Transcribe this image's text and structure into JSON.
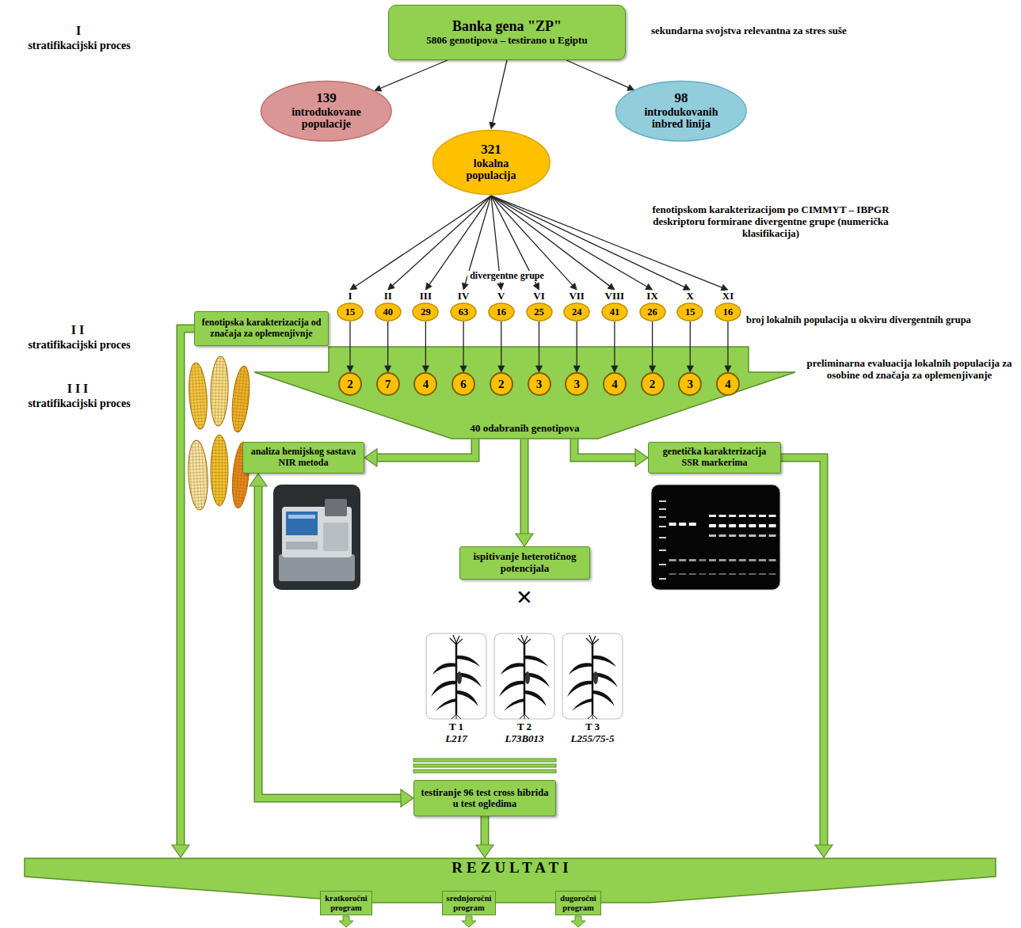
{
  "diagram": {
    "nodes": [
      {
        "text": [
          "Banka gena \"ZP\"",
          "5806 genotipova – testirano u Egiptu"
        ]
      },
      {
        "text": [
          "139",
          "introdukovane populacije"
        ]
      },
      {
        "text": [
          "321",
          "lokalna populacija"
        ]
      },
      {
        "text": [
          "98",
          "introdukovanih inbred linija"
        ]
      },
      {
        "text": [
          "fenotipska karakterizacija od značaja za oplemenjivnje"
        ]
      },
      {
        "text": [
          "I",
          "15"
        ]
      },
      {
        "text": [
          "II",
          "40"
        ]
      },
      {
        "text": [
          "III",
          "29"
        ]
      },
      {
        "text": [
          "IV",
          "63"
        ]
      },
      {
        "text": [
          "V",
          "16"
        ]
      },
      {
        "text": [
          "VI",
          "25"
        ]
      },
      {
        "text": [
          "VII",
          "24"
        ]
      },
      {
        "text": [
          "VIII",
          "41"
        ]
      },
      {
        "text": [
          "IX",
          "26"
        ]
      },
      {
        "text": [
          "X",
          "15"
        ]
      },
      {
        "text": [
          "XI",
          "16"
        ]
      },
      {
        "text": [
          "40 odabranih genotipova"
        ]
      },
      {
        "text": [
          "2"
        ],
        "in": 16
      },
      {
        "text": [
          "7"
        ],
        "in": 16
      },
      {
        "text": [
          "4"
        ],
        "in": 16
      },
      {
        "text": [
          "6"
        ],
        "in": 16
      },
      {
        "text": [
          "2"
        ],
        "in": 16
      },
      {
        "text": [
          "3"
        ],
        "in": 16
      },
      {
        "text": [
          "3"
        ],
        "in": 16
      },
      {
        "text": [
          "4"
        ],
        "in": 16
      },
      {
        "text": [
          "2"
        ],
        "in": 16
      },
      {
        "text": [
          "3"
        ],
        "in": 16
      },
      {
        "text": [
          "4"
        ],
        "in": 16
      },
      {
        "text": [
          "analiza hemijskog sastava NIR metoda"
        ]
      },
      {
        "text": [
          "genetička karakterizacija SSR markerima"
        ]
      },
      {
        "text": [
          "ispitivanje heterotičnog potencijala"
        ]
      },
      {
        "text": [
          "T 1",
          "L217"
        ]
      },
      {
        "text": [
          "T 2",
          "L73B013"
        ]
      },
      {
        "text": [
          "T 3",
          "L255/75-5"
        ]
      },
      {
        "text": [
          "testiranje 96 test cross hibrida u test ogledima"
        ]
      },
      {
        "text": [
          "REZULTATI"
        ]
      },
      {
        "text": [
          "kratkoročni program"
        ]
      },
      {
        "text": [
          "srednjoročni program"
        ]
      },
      {
        "text": [
          "dugoročni program"
        ]
      }
    ],
    "edges": [
      {
        "from": 0,
        "to": 1,
        "arrow": "to"
      },
      {
        "from": 0,
        "to": 2,
        "arrow": "to"
      },
      {
        "from": 0,
        "to": 3,
        "arrow": "to"
      },
      {
        "from": 2,
        "to": 5,
        "arrow": "to"
      },
      {
        "from": 2,
        "to": 6,
        "arrow": "to"
      },
      {
        "from": 2,
        "to": 7,
        "arrow": "to"
      },
      {
        "from": 2,
        "to": 8,
        "arrow": "to"
      },
      {
        "from": 2,
        "to": 9,
        "arrow": "to"
      },
      {
        "from": 2,
        "to": 10,
        "arrow": "to"
      },
      {
        "from": 2,
        "to": 11,
        "arrow": "to"
      },
      {
        "from": 2,
        "to": 12,
        "arrow": "to"
      },
      {
        "from": 2,
        "to": 13,
        "arrow": "to"
      },
      {
        "from": 2,
        "to": 14,
        "arrow": "to"
      },
      {
        "from": 2,
        "to": 15,
        "arrow": "to"
      },
      {
        "from": 5,
        "to": 17,
        "arrow": "to"
      },
      {
        "from": 6,
        "to": 18,
        "arrow": "to"
      },
      {
        "from": 7,
        "to": 19,
        "arrow": "to"
      },
      {
        "from": 8,
        "to": 20,
        "arrow": "to"
      },
      {
        "from": 9,
        "to": 21,
        "arrow": "to"
      },
      {
        "from": 10,
        "to": 22,
        "arrow": "to"
      },
      {
        "from": 11,
        "to": 23,
        "arrow": "to"
      },
      {
        "from": 12,
        "to": 24,
        "arrow": "to"
      },
      {
        "from": 13,
        "to": 25,
        "arrow": "to"
      },
      {
        "from": 14,
        "to": 26,
        "arrow": "to"
      },
      {
        "from": 15,
        "to": 27,
        "arrow": "to"
      },
      {
        "from": 16,
        "to": 28,
        "arrow": "to"
      },
      {
        "from": 16,
        "to": 29,
        "arrow": "to"
      },
      {
        "from": 16,
        "to": 30,
        "arrow": "to"
      },
      {
        "from": 28,
        "to": 34,
        "arrow": "both"
      },
      {
        "from": 4,
        "to": 35,
        "arrow": "to"
      },
      {
        "from": 34,
        "to": 35,
        "arrow": "to"
      },
      {
        "from": 29,
        "to": 35,
        "arrow": "to"
      }
    ],
    "labels": [
      "I",
      "stratifikacijski proces",
      "II",
      "stratifikacijski proces",
      "III",
      "stratifikacijski proces",
      "sekundarna svojstva relevantna za stres suše",
      "fenotipskom karakterizacijom po CIMMYT – IBPGR deskriptoru formirane divergentne grupe (numerička klasifikacija)",
      "divergentne grupe",
      "broj lokalnih populacija u okviru divergentnih grupa",
      "preliminarna evaluacija lokalnih populacija za osobine od značaja za oplemenjivanje",
      "×"
    ]
  }
}
